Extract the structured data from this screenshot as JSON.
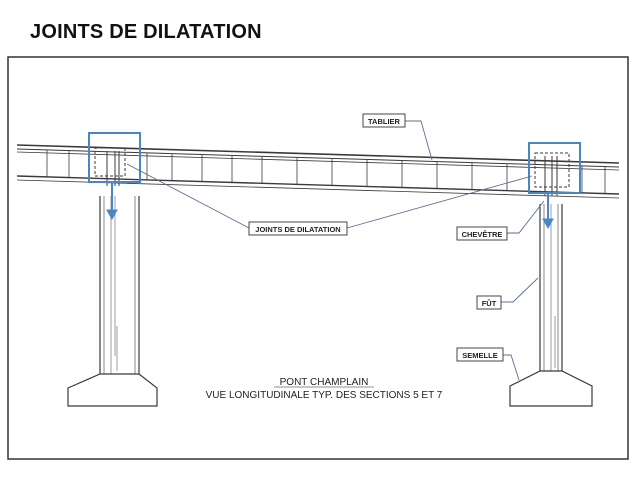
{
  "title": "JOINTS DE DILATATION",
  "labels": {
    "tablier": "TABLIER",
    "joints": "JOINTS DE DILATATION",
    "chevetre": "CHEVÊTRE",
    "fut": "FÛT",
    "semelle": "SEMELLE"
  },
  "caption": {
    "line1": "PONT CHAMPLAIN",
    "line2": "VUE LONGITUDINALE TYP. DES SECTIONS 5 ET 7"
  },
  "colors": {
    "highlight": "#4a86c5",
    "line": "#3a3a3a",
    "leader": "#5b6f8f"
  }
}
